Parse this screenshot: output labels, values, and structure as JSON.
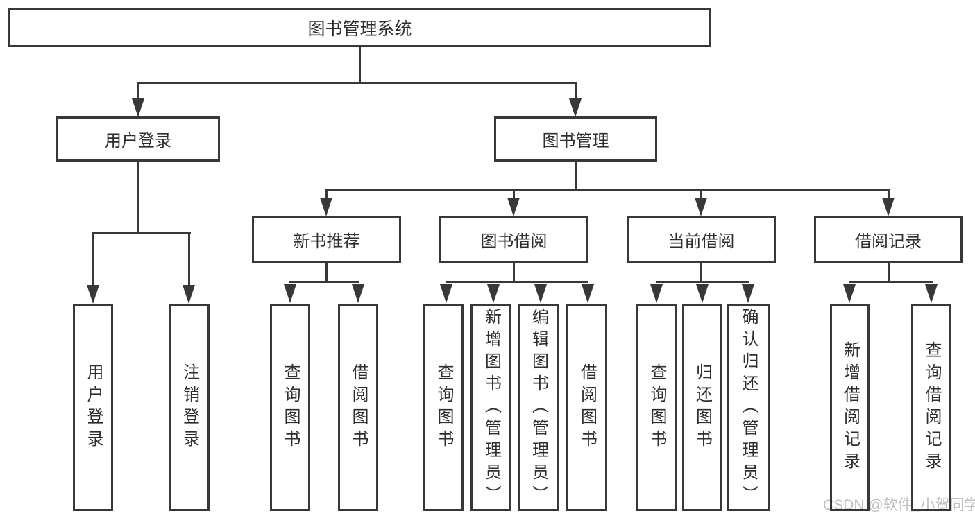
{
  "diagram": {
    "root": {
      "label": "图书管理系统"
    },
    "level2": [
      {
        "label": "用户登录"
      },
      {
        "label": "图书管理"
      }
    ],
    "level3": [
      {
        "label": "新书推荐"
      },
      {
        "label": "图书借阅"
      },
      {
        "label": "当前借阅"
      },
      {
        "label": "借阅记录"
      }
    ],
    "leaves": {
      "user": [
        {
          "label": "用户登录"
        },
        {
          "label": "注销登录"
        }
      ],
      "recommend": [
        {
          "label": "查询图书"
        },
        {
          "label": "借阅图书"
        }
      ],
      "borrow": [
        {
          "label": "查询图书"
        },
        {
          "label": "新增图书（管理员）"
        },
        {
          "label": "编辑图书（管理员）"
        },
        {
          "label": "借阅图书"
        }
      ],
      "current": [
        {
          "label": "查询图书"
        },
        {
          "label": "归还图书"
        },
        {
          "label": "确认归还（管理员）"
        }
      ],
      "records": [
        {
          "label": "新增借阅记录"
        },
        {
          "label": "查询借阅记录"
        }
      ]
    },
    "colors": {
      "line": "#383838",
      "text": "#2e2e2e",
      "watermark": "#bfbfbf",
      "background": "#ffffff"
    }
  },
  "watermark": {
    "text": "CSDN @软件_小贺同学"
  }
}
